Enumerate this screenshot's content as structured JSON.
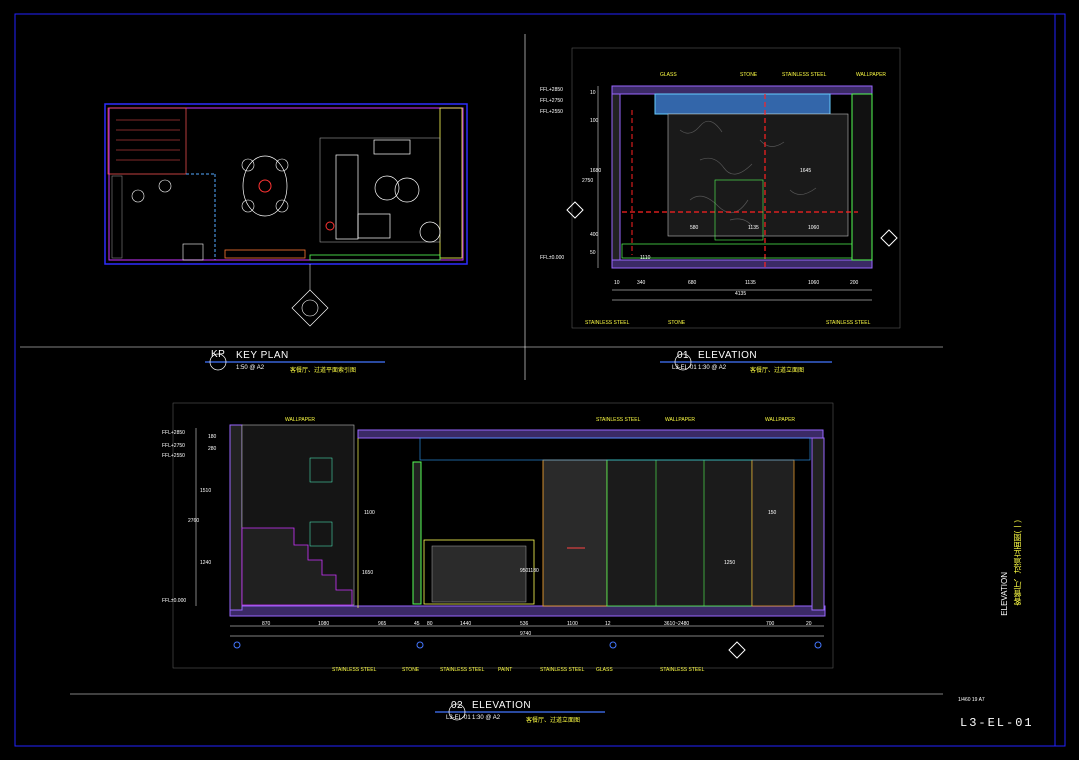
{
  "sheet": {
    "sheet_number": "L3-EL-01",
    "side_title_en": "ELEVATION",
    "side_title_cn": "客餐厅、过道立面图(一)",
    "small_note": "1/460 19 A7"
  },
  "views": {
    "key_plan": {
      "tag": "KP",
      "title": "KEY PLAN",
      "scale": "1:50 @ A2",
      "desc": "客餐厅、过道平面索引图"
    },
    "elev_01": {
      "tag": "01",
      "sub": "L3-EL-01",
      "title": "ELEVATION",
      "scale": "1:30 @ A2",
      "desc": "客餐厅、过道立面图"
    },
    "elev_02": {
      "tag": "02",
      "sub": "L3-EL-01",
      "title": "ELEVATION",
      "scale": "1:30 @ A2",
      "desc": "客餐厅、过道立面图"
    }
  },
  "elev01_labels": {
    "top": [
      "GLASS",
      "STONE",
      "STAINLESS STEEL",
      "WALLPAPER"
    ],
    "bottom": [
      "STAINLESS STEEL",
      "STONE",
      "STAINLESS STEEL"
    ],
    "levels": [
      "FFL+2850",
      "FFL+2750",
      "FFL+2550",
      "FFL±0.000"
    ],
    "dims_bottom": [
      "10",
      "340",
      "680",
      "1135",
      "1060",
      "200"
    ],
    "dim_total": "4135",
    "dims_vertical": [
      "10",
      "100",
      "1680",
      "2750",
      "400",
      "50"
    ],
    "dims_inner": [
      "1135",
      "1060",
      "1645",
      "580",
      "1110"
    ]
  },
  "elev02_labels": {
    "top": [
      "WALLPAPER",
      "STAINLESS STEEL",
      "WALLPAPER",
      "WALLPAPER"
    ],
    "bottom": [
      "STAINLESS STEEL",
      "STONE",
      "STAINLESS STEEL",
      "PAINT",
      "STAINLESS STEEL",
      "GLASS",
      "STAINLESS STEEL"
    ],
    "levels": [
      "FFL+2850",
      "FFL+2750",
      "FFL+2550",
      "FFL±0.000"
    ],
    "dims_bottom": [
      "870",
      "1080",
      "965",
      "45",
      "80",
      "1440",
      "536",
      "1100",
      "12",
      "3610~2480",
      "700",
      "20"
    ],
    "dim_total": "9740",
    "dims_vertical": [
      "1510",
      "2760",
      "1240",
      "280",
      "180"
    ],
    "dims_inner": [
      "1100",
      "1650",
      "950",
      "1180",
      "1250",
      "150"
    ]
  }
}
